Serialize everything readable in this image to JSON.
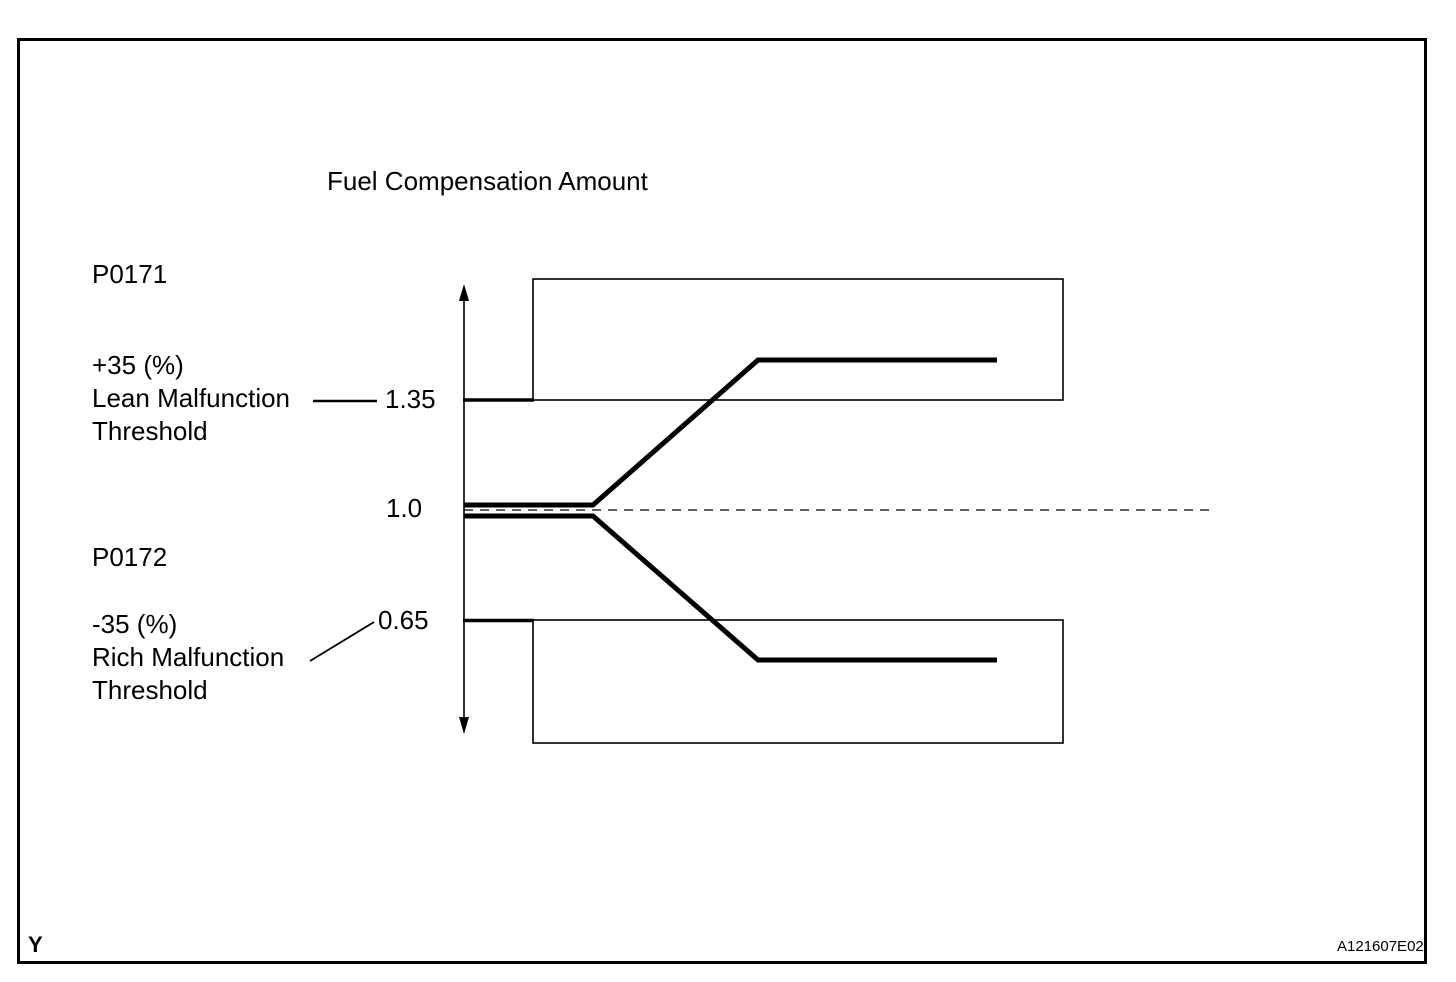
{
  "figure": {
    "title": "Fuel Compensation Amount",
    "lean": {
      "code": "P0171",
      "threshold_label": [
        "+35 (%)",
        "Lean Malfunction",
        "Threshold"
      ],
      "axis_value": "1.35"
    },
    "center": {
      "axis_value": "1.0"
    },
    "rich": {
      "code": "P0172",
      "threshold_label": [
        "-35 (%)",
        "Rich Malfunction",
        "Threshold"
      ],
      "axis_value": "0.65"
    },
    "footer": {
      "left_marker": "Y",
      "figure_id": "A121607E02"
    },
    "colors": {
      "line": "#000000",
      "background": "#ffffff"
    }
  },
  "chart_data": {
    "type": "line",
    "title": "Fuel Compensation Amount",
    "ylabel": "Fuel Compensation Amount",
    "y_ticks": [
      1.35,
      1.0,
      0.65
    ],
    "y_tick_meanings": {
      "1.35": "+35 (%) Lean Malfunction Threshold (P0171)",
      "1.0": "normal fuel compensation centerline (dashed)",
      "0.65": "-35 (%) Rich Malfunction Threshold (P0172)"
    },
    "axis_style": "double-headed vertical arrow, no x-axis labels, grid off",
    "series": [
      {
        "name": "lean drift trace (P0171)",
        "points_x_fraction": [
          0,
          0.24,
          0.55,
          1.0
        ],
        "values": [
          1.02,
          1.02,
          1.48,
          1.48
        ],
        "note": "holds near 1.0 then ramps above the 1.35 lean threshold into the P0171 region box"
      },
      {
        "name": "rich drift trace (P0172)",
        "points_x_fraction": [
          0,
          0.24,
          0.55,
          1.0
        ],
        "values": [
          0.98,
          0.98,
          0.52,
          0.52
        ],
        "note": "holds near 1.0 then ramps below the 0.65 rich threshold into the P0172 region box"
      }
    ],
    "regions": [
      {
        "code": "P0171",
        "bounds": "box above 1.35 threshold"
      },
      {
        "code": "P0172",
        "bounds": "box below 0.65 threshold"
      }
    ],
    "legend_position": "none"
  }
}
